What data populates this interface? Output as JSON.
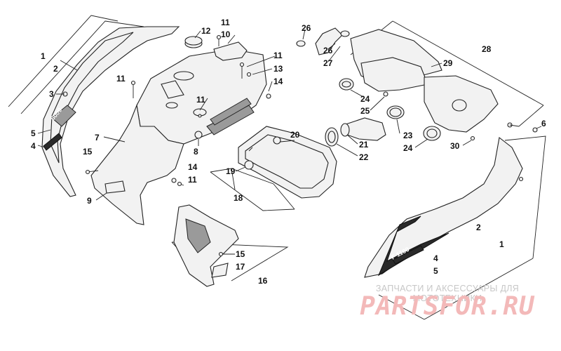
{
  "callouts": {
    "c1": "1",
    "c2": "2",
    "c3": "3",
    "c4": "4",
    "c5": "5",
    "c6": "6",
    "c7": "7",
    "c8": "8",
    "c9": "9",
    "c10": "10",
    "c11": "11",
    "c12": "12",
    "c13": "13",
    "c14": "14",
    "c15": "15",
    "c16": "16",
    "c17": "17",
    "c18": "18",
    "c19": "19",
    "c20": "20",
    "c21": "21",
    "c22": "22",
    "c23": "23",
    "c24": "24",
    "c25": "25",
    "c26": "26",
    "c27": "27",
    "c28": "28",
    "c29": "29",
    "c30": "30"
  },
  "decals": {
    "left": "6000",
    "right": "F 1100"
  },
  "watermark": {
    "line1": "ЗАПЧАСТИ И АКСЕССУАРЫ ДЛЯ МОТОТЕХНИКИ",
    "logo": "PARTSFOR.RU"
  }
}
